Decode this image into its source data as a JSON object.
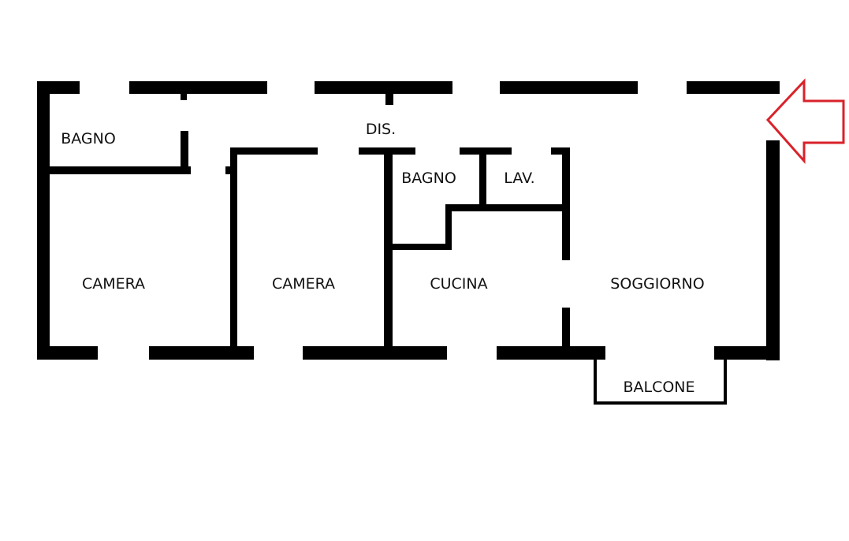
{
  "rooms": [
    {
      "id": "bagno-1",
      "label": "BAGNO"
    },
    {
      "id": "disimpegno",
      "label": "DIS."
    },
    {
      "id": "bagno-2",
      "label": "BAGNO"
    },
    {
      "id": "lavanderia",
      "label": "LAV."
    },
    {
      "id": "camera-1",
      "label": "CAMERA"
    },
    {
      "id": "camera-2",
      "label": "CAMERA"
    },
    {
      "id": "cucina",
      "label": "CUCINA"
    },
    {
      "id": "soggiorno",
      "label": "SOGGIORNO"
    },
    {
      "id": "balcone",
      "label": "BALCONE"
    }
  ],
  "entrance_arrow": {
    "color": "#d9222a",
    "direction": "left"
  },
  "wall_color": "#000000"
}
